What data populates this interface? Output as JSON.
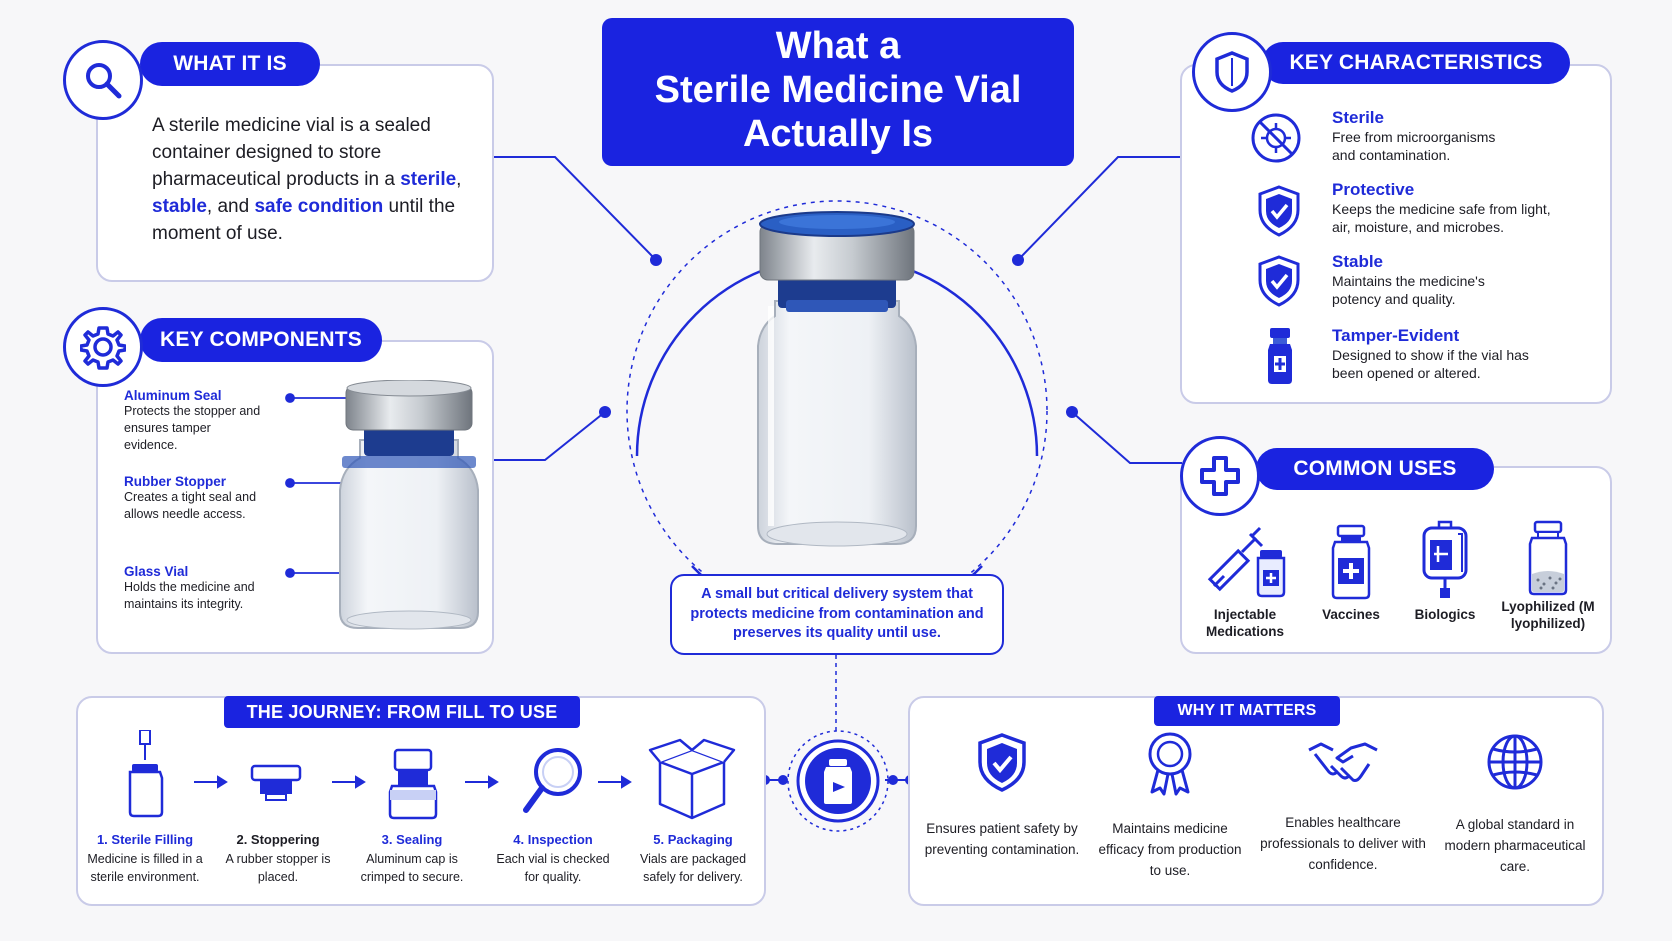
{
  "title": {
    "line1": "What a",
    "line2": "Sterile Medicine Vial",
    "line3": "Actually Is"
  },
  "what_it_is": {
    "heading": "WHAT IT IS",
    "text_a": "A sterile medicine vial is a sealed container designed to store pharmaceutical products in a ",
    "kw1": "sterile",
    "sep1": ", ",
    "kw2": "stable",
    "sep2": ", and ",
    "kw3": "safe condition",
    "text_b": " until the moment of use."
  },
  "key_components": {
    "heading": "KEY COMPONENTS",
    "items": [
      {
        "title": "Aluminum Seal",
        "desc": "Protects the stopper and ensures tamper evidence."
      },
      {
        "title": "Rubber Stopper",
        "desc": "Creates a tight seal and allows needle access."
      },
      {
        "title": "Glass Vial",
        "desc": "Holds the medicine and maintains its integrity."
      }
    ]
  },
  "key_characteristics": {
    "heading": "KEY CHARACTERISTICS",
    "items": [
      {
        "title": "Sterile",
        "desc": "Free from microorganisms and contamination.",
        "icon": "virus-blocked-icon"
      },
      {
        "title": "Protective",
        "desc": "Keeps the medicine safe from light, air, moisture, and microbes.",
        "icon": "shield-check-icon"
      },
      {
        "title": "Stable",
        "desc": "Maintains the medicine's potency and quality.",
        "icon": "shield-check-icon"
      },
      {
        "title": "Tamper-Evident",
        "desc": "Designed to show if the vial has been opened or altered.",
        "icon": "sealed-vial-icon"
      }
    ]
  },
  "common_uses": {
    "heading": "COMMON USES",
    "items": [
      {
        "label": "Injectable Medications",
        "icon": "syringe-vial-icon"
      },
      {
        "label": "Vaccines",
        "icon": "vaccine-vial-icon"
      },
      {
        "label": "Biologics",
        "icon": "iv-bag-icon"
      },
      {
        "label": "Lyophilized (M lyophilized)",
        "icon": "powder-vial-icon"
      }
    ]
  },
  "center_caption": "A small but critical delivery system that protects medicine from contamination and preserves its quality until use.",
  "journey": {
    "heading": "THE JOURNEY: FROM FILL TO USE",
    "steps": [
      {
        "title": "1. Sterile Filling",
        "desc": "Medicine is filled in a sterile environment."
      },
      {
        "title": "2. Stoppering",
        "desc": "A rubber stopper is placed."
      },
      {
        "title": "3. Sealing",
        "desc": "Aluminum cap is crimped to secure."
      },
      {
        "title": "4. Inspection",
        "desc": "Each vial is checked for quality."
      },
      {
        "title": "5. Packaging",
        "desc": "Vials are packaged safely for delivery."
      }
    ]
  },
  "why_it_matters": {
    "heading": "WHY IT MATTERS",
    "items": [
      {
        "text": "Ensures patient safety by preventing contamination.",
        "icon": "shield-check-icon"
      },
      {
        "text": "Maintains medicine efficacy from production to use.",
        "icon": "award-ribbon-icon"
      },
      {
        "text": "Enables healthcare professionals to deliver with confidence.",
        "icon": "handshake-icon"
      },
      {
        "text": "A global standard in modern pharmaceutical care.",
        "icon": "globe-icon"
      }
    ]
  },
  "colors": {
    "accent": "#1a23e0",
    "border": "#c9cbe8",
    "text": "#1d1d24"
  }
}
